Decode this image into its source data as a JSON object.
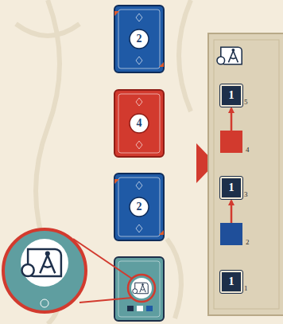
{
  "diagram": {
    "nodes": [
      {
        "text": [
          "2"
        ]
      },
      {
        "text": [
          "4"
        ]
      },
      {
        "text": [
          "2"
        ]
      },
      {
        "text": [
          "1",
          "5"
        ]
      },
      {
        "text": [
          "4"
        ]
      },
      {
        "text": [
          "1",
          "3"
        ]
      },
      {
        "text": [
          "2"
        ]
      },
      {
        "text": [
          "1",
          "1"
        ]
      }
    ],
    "edges": [
      {
        "from": 4,
        "to": 3,
        "arrow": "to"
      },
      {
        "from": 6,
        "to": 5,
        "arrow": "to"
      }
    ]
  }
}
